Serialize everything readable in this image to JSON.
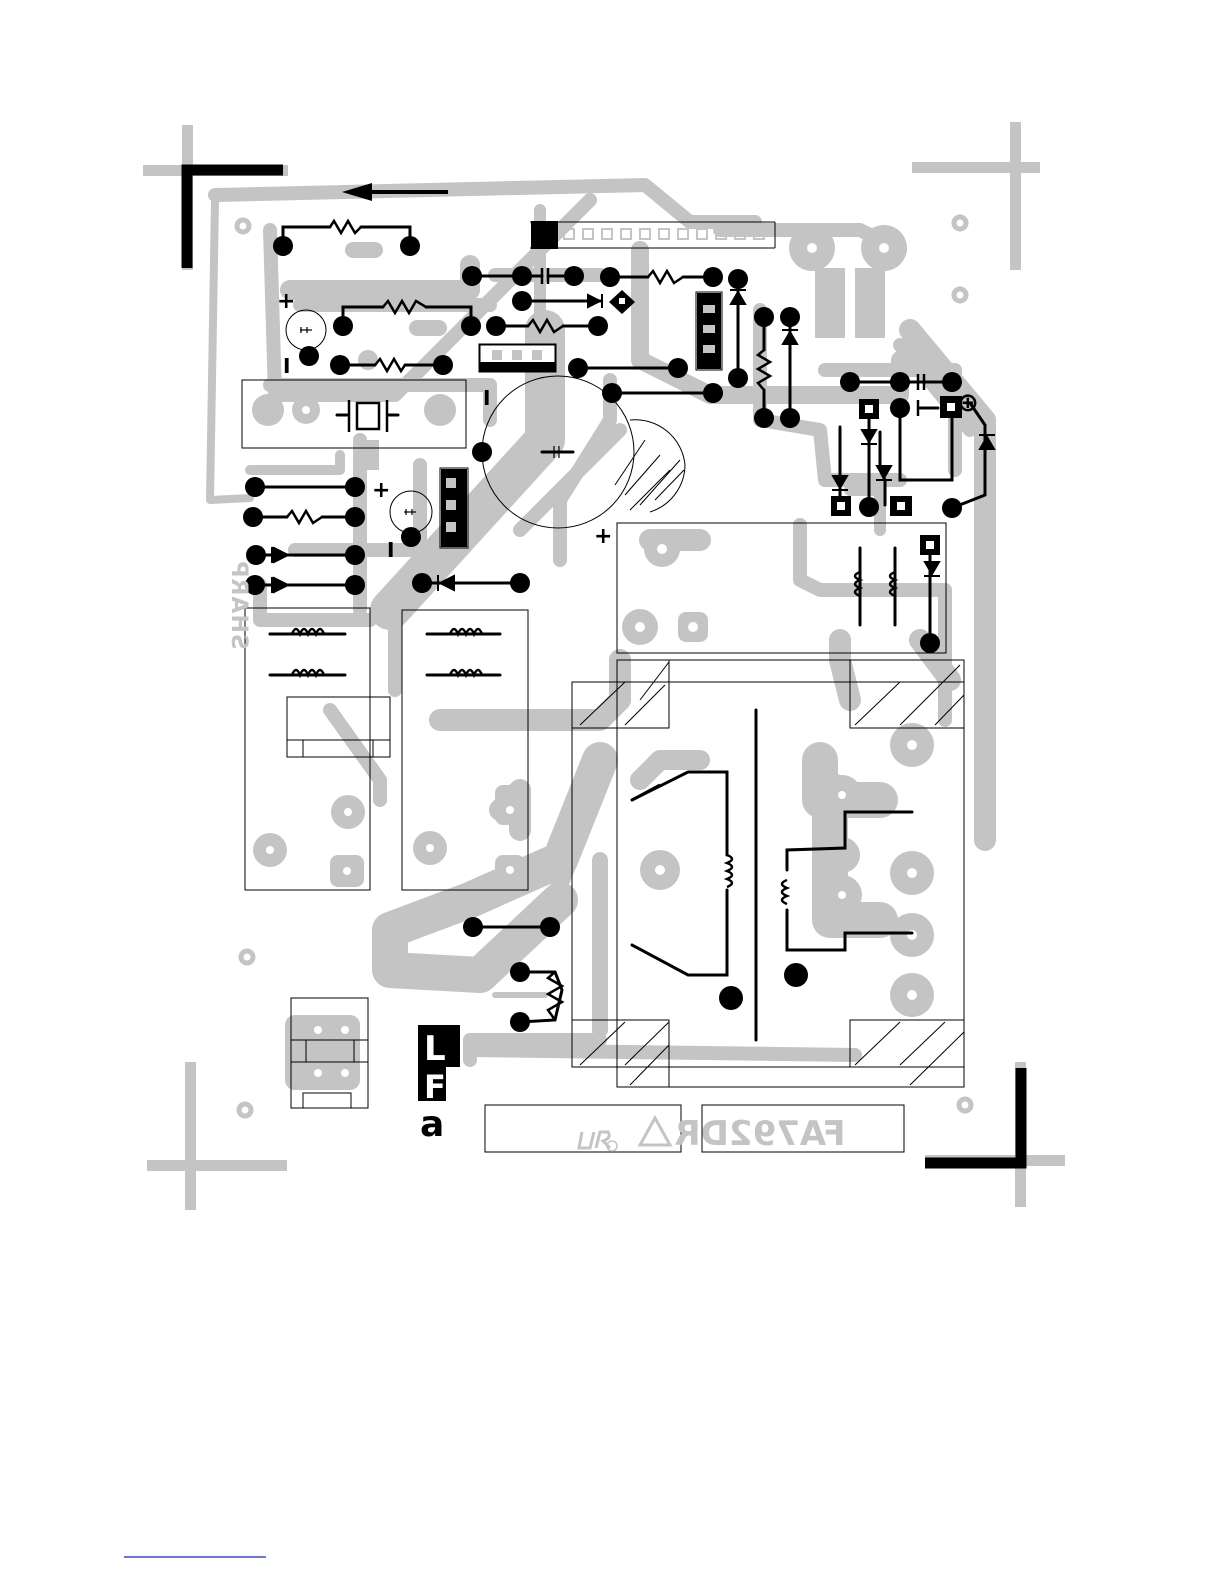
{
  "board": {
    "brand_label": "SHARP",
    "part_number": "FA792DR",
    "plus_sign": "+",
    "minus_sign": "I",
    "circled_plus": "⊕",
    "logo_char_1": "L",
    "logo_char_2": "F",
    "logo_char_3": "a"
  },
  "colors": {
    "copper": "#c4c4c4",
    "ink": "#000000",
    "paper": "#ffffff"
  },
  "icons": [
    "resistor-icon",
    "capacitor-icon",
    "diode-icon",
    "inductor-icon",
    "crystal-icon",
    "relay-contact-icon",
    "direction-arrow-icon",
    "registration-mark-icon",
    "ur-certification-icon",
    "warning-triangle-icon"
  ]
}
